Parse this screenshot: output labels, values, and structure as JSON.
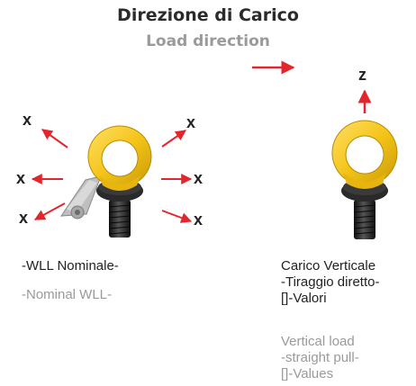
{
  "header": {
    "title": "Direzione di Carico",
    "subtitle": "Load direction"
  },
  "left_panel": {
    "axis_labels": [
      "x",
      "x",
      "x",
      "x",
      "x",
      "x"
    ],
    "label_it": "-WLL Nominale-",
    "label_en": "-Nominal WLL-"
  },
  "right_panel": {
    "axis_label": "z",
    "label_it": [
      "Carico Verticale",
      "-Tiraggio diretto-",
      "[]-Valori"
    ],
    "label_en": [
      "Vertical load",
      "-straight pull-",
      "[]-Values"
    ]
  },
  "colors": {
    "arrow": "#e3262e",
    "ring_yellow": "#f4c418",
    "bolt_black": "#1c1c1c",
    "title": "#2b2b2b",
    "subtitle_grey": "#9a9a9a"
  },
  "icons": [
    "direction-arrow-icon",
    "eye-bolt-icon",
    "swivel-bracket-icon"
  ]
}
